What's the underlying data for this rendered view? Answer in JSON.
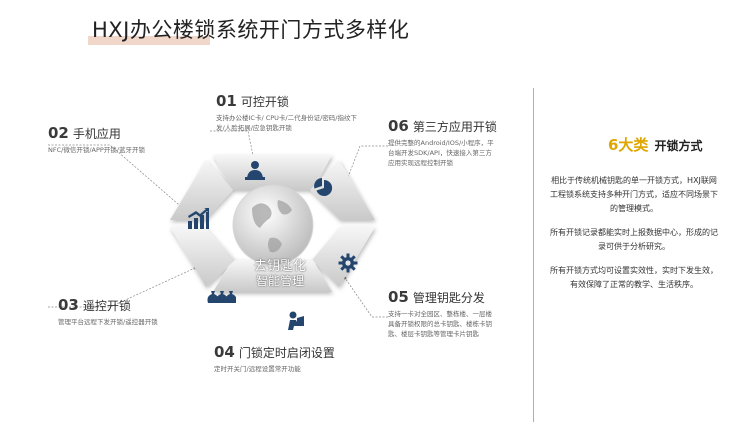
{
  "title": "HXJ办公楼锁系统开门方式多样化",
  "features": [
    {
      "num": "01",
      "name": "可控开锁",
      "desc": "支持办公楼IC卡/ CPU卡/二代身份证/密码/指纹下发/人脸拓展/应急钥匙开锁",
      "icon": "person-desk-icon"
    },
    {
      "num": "02",
      "name": "手机应用",
      "desc": "NFC/微信开锁/APP开锁/蓝牙开锁",
      "icon": "bar-chart-up-icon"
    },
    {
      "num": "03",
      "name": "遥控开锁",
      "desc": "管理平台远程下发开锁/遥控器开锁",
      "icon": "money-bags-icon"
    },
    {
      "num": "04",
      "name": "门锁定时启闭设置",
      "desc": "定时开关门/远程设置常开功能",
      "icon": "person-laptop-icon"
    },
    {
      "num": "05",
      "name": "管理钥匙分发",
      "desc": "支持一卡对全园区、整栋楼、一层楼具备开锁权限的总卡钥匙、楼栋卡钥匙、楼层卡钥匙等管理卡片钥匙",
      "icon": "gear-icon"
    },
    {
      "num": "06",
      "name": "第三方应用开锁",
      "desc": "提供完整的Android/IOS/小程序，平台端开发SDK/API，快速接入第三方应用实现远程控制开锁",
      "icon": "pie-chart-icon"
    }
  ],
  "center": {
    "line1": "去钥匙化",
    "line2": "智能管理"
  },
  "summary": {
    "highlight": "6大类",
    "title": "开锁方式",
    "paragraphs": [
      "相比于传统机械钥匙的单一开锁方式，HXJ联网工程锁系统支持多种开门方式，适应不同场景下的管理模式。",
      "所有开锁记录都能实时上报数据中心，形成的记录可供于分析研究。",
      "所有开锁方式均可设置实效性，实时下发生效，有效保障了正常的教学、生活秩序。"
    ]
  },
  "colors": {
    "accent": "#e0a600",
    "underline": "#f0d7c9",
    "icon": "#24466e",
    "divider": "#e6a06a"
  }
}
